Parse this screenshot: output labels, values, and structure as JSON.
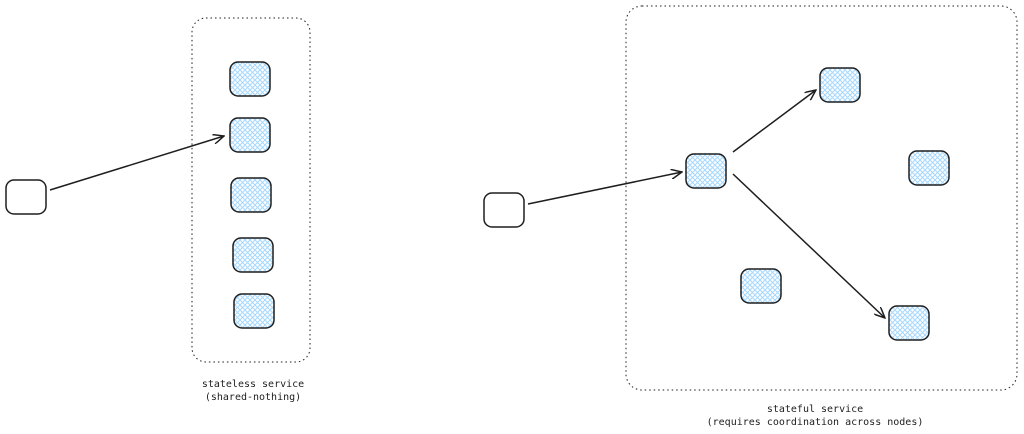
{
  "stateless": {
    "title": "stateless service",
    "subtitle": "(shared-nothing)"
  },
  "stateful": {
    "title": "stateful service",
    "subtitle": "(requires coordination across nodes)"
  },
  "colors": {
    "node_fill": "#a5d8ff",
    "stroke": "#1e1e1e"
  }
}
